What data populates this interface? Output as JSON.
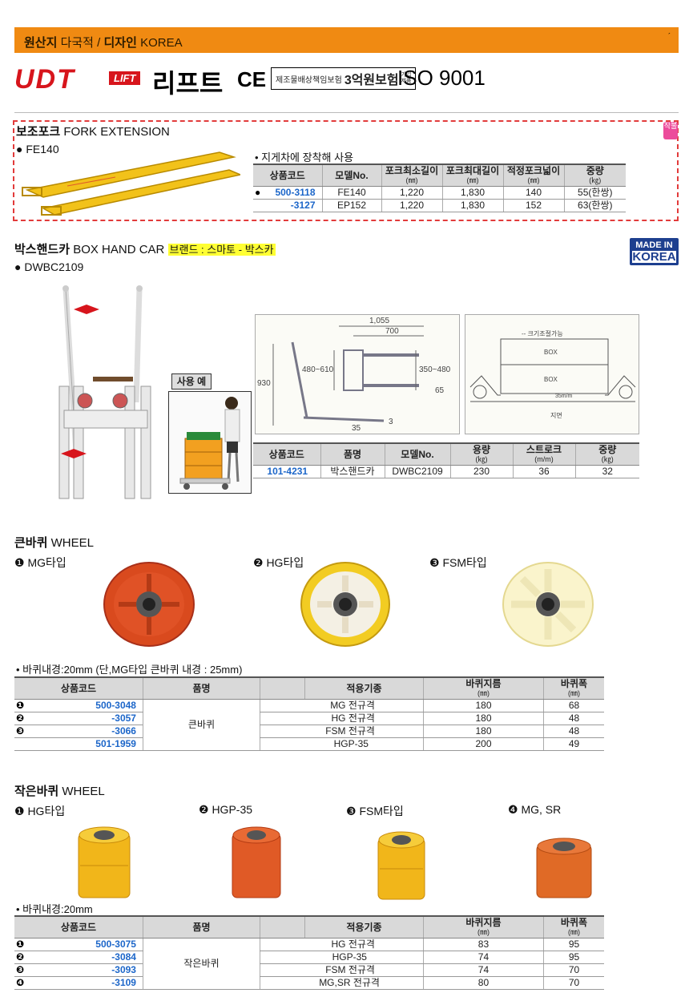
{
  "header": {
    "origin_label": "원산지",
    "origin_value": "다국적 /",
    "design_label": "디자인",
    "design_value": "KOREA",
    "tick": "ˊ"
  },
  "brand": {
    "logo": "UDT",
    "lift": "LIFT",
    "lift_kr": "리프트",
    "ce": "CE",
    "insurance_small": "제조물배상책임보험",
    "insurance_big": "3억원보험",
    "insurance_xs1": "가입",
    "insurance_xs2": "제품",
    "iso": "ISO 9001"
  },
  "fork": {
    "title_kr": "보조포크",
    "title_en": "FORK EXTENSION",
    "model": "FE140",
    "side_badge": "작불",
    "note": "• 지게차에 장착해 사용",
    "headers": [
      "상품코드",
      "모델No.",
      "포크최소길이",
      "포크최대길이",
      "적정포크넓이",
      "중량"
    ],
    "units": [
      "",
      "",
      "(㎜)",
      "(㎜)",
      "(㎜)",
      "(㎏)"
    ],
    "rows": [
      {
        "mark": "●",
        "code": "500-3118",
        "model": "FE140",
        "min": "1,220",
        "max": "1,830",
        "width": "140",
        "weight": "55(한쌍)"
      },
      {
        "mark": "",
        "code": "-3127",
        "model": "EP152",
        "min": "1,220",
        "max": "1,830",
        "width": "152",
        "weight": "63(한쌍)"
      }
    ]
  },
  "boxcar": {
    "title_kr": "박스핸드카",
    "title_en": "BOX HAND CAR",
    "brand_note": "브랜드 : 스마토 - 박스카",
    "model": "DWBC2109",
    "made_in": "MADE IN",
    "korea": "KOREA",
    "use_example": "사용 예",
    "dims": {
      "d1": "1,055",
      "d2": "700",
      "d3": "480~610",
      "d4": "350~480",
      "d5": "930",
      "d6": "65",
      "d7": "35",
      "d8": "3"
    },
    "diagram2": {
      "adjust": "-- 크기조절가능",
      "box1": "BOX",
      "box2": "BOX",
      "height": "35m/m",
      "ground": "지면"
    },
    "headers": [
      "상품코드",
      "품명",
      "모델No.",
      "용량",
      "스트로크",
      "중량"
    ],
    "units": [
      "",
      "",
      "",
      "(㎏)",
      "(m/m)",
      "(㎏)"
    ],
    "row": {
      "code": "101-4231",
      "name": "박스핸드카",
      "model": "DWBC2109",
      "capacity": "230",
      "stroke": "36",
      "weight": "32"
    }
  },
  "big_wheel": {
    "title_kr": "큰바퀴",
    "title_en": "WHEEL",
    "types": [
      "❶ MG타입",
      "❷ HG타입",
      "❸ FSM타입"
    ],
    "note": "• 바퀴내경:20mm (단,MG타입 큰바퀴 내경 : 25mm)",
    "headers": [
      "상품코드",
      "품명",
      "적용기종",
      "바퀴지름",
      "바퀴폭"
    ],
    "units": [
      "",
      "",
      "",
      "(㎜)",
      "(㎜)"
    ],
    "name": "큰바퀴",
    "rows": [
      {
        "mark": "❶",
        "code": "500-3048",
        "model": "MG 전규격",
        "dia": "180",
        "width": "68"
      },
      {
        "mark": "❷",
        "code": "-3057",
        "model": "HG 전규격",
        "dia": "180",
        "width": "48"
      },
      {
        "mark": "❸",
        "code": "-3066",
        "model": "FSM 전규격",
        "dia": "180",
        "width": "48"
      },
      {
        "mark": "",
        "code": "501-1959",
        "model": "HGP-35",
        "dia": "200",
        "width": "49"
      }
    ]
  },
  "small_wheel": {
    "title_kr": "작은바퀴",
    "title_en": "WHEEL",
    "types": [
      "❶ HG타입",
      "❷ HGP-35",
      "❸ FSM타입",
      "❹ MG, SR"
    ],
    "note": "• 바퀴내경:20mm",
    "headers": [
      "상품코드",
      "품명",
      "적용기종",
      "바퀴지름",
      "바퀴폭"
    ],
    "units": [
      "",
      "",
      "",
      "(㎜)",
      "(㎜)"
    ],
    "name": "작은바퀴",
    "rows": [
      {
        "mark": "❶",
        "code": "500-3075",
        "model": "HG 전규격",
        "dia": "83",
        "width": "95"
      },
      {
        "mark": "❷",
        "code": "-3084",
        "model": "HGP-35",
        "dia": "74",
        "width": "95"
      },
      {
        "mark": "❸",
        "code": "-3093",
        "model": "FSM 전규격",
        "dia": "74",
        "width": "70"
      },
      {
        "mark": "❹",
        "code": "-3109",
        "model": "MG,SR 전규격",
        "dia": "80",
        "width": "70"
      }
    ]
  },
  "colors": {
    "orange": "#f08a12",
    "red": "#d7151c",
    "code_blue": "#1c66c9",
    "highlight": "#ffff33"
  }
}
